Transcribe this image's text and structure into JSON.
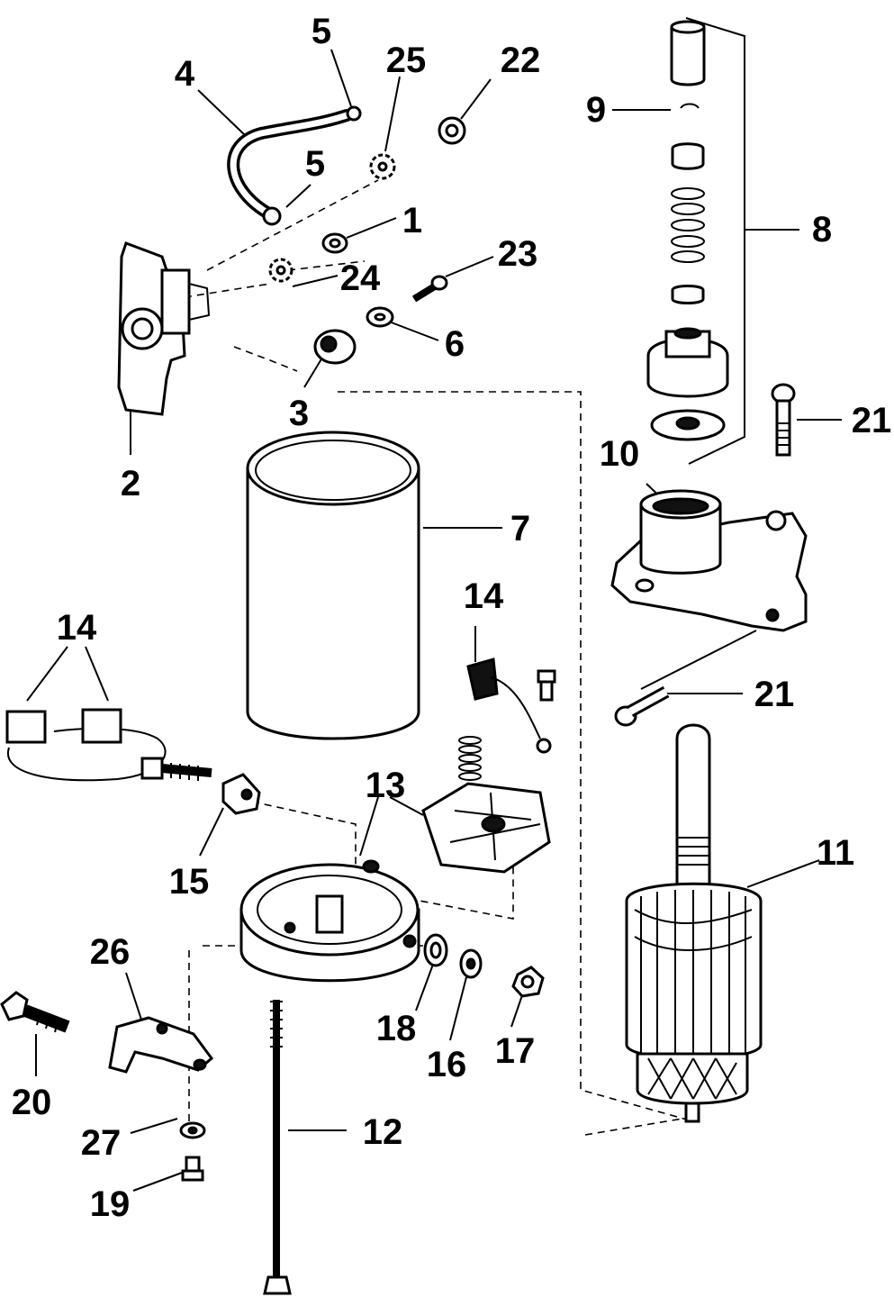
{
  "callouts": {
    "c1": "1",
    "c2": "2",
    "c3": "3",
    "c4": "4",
    "c5a": "5",
    "c5b": "5",
    "c6": "6",
    "c7": "7",
    "c8": "8",
    "c9": "9",
    "c10": "10",
    "c11": "11",
    "c12": "12",
    "c13": "13",
    "c14a": "14",
    "c14b": "14",
    "c15": "15",
    "c16": "16",
    "c17": "17",
    "c18": "18",
    "c19": "19",
    "c20": "20",
    "c21a": "21",
    "c21b": "21",
    "c22": "22",
    "c23": "23",
    "c24": "24",
    "c25": "25",
    "c26": "26",
    "c27": "27"
  }
}
